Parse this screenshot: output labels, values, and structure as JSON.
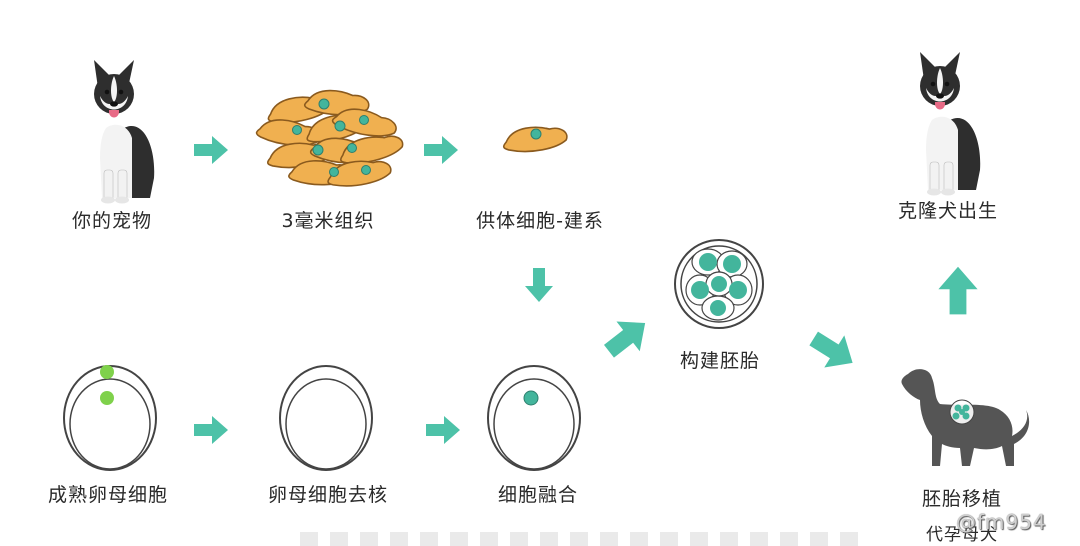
{
  "colors": {
    "arrow": "#4dc2a8",
    "cell_fill": "#f0b050",
    "cell_stroke": "#8a5a1e",
    "nucleus": "#43b59c",
    "egg_nucleus": "#7fd14b",
    "dog_body": "#3d3d3d",
    "surrogate": "#555555",
    "text": "#2a2a2a"
  },
  "steps": {
    "pet": "你的宠物",
    "tissue": "3毫米组织",
    "donor": "供体细胞-建系",
    "mature_egg": "成熟卵母细胞",
    "enucleate": "卵母细胞去核",
    "fusion": "细胞融合",
    "embryo": "构建胚胎",
    "transfer": "胚胎移植",
    "surrogate": "代孕母犬",
    "birth": "克隆犬出生"
  },
  "icons": {
    "pet": "husky-dog-icon",
    "clone": "husky-dog-icon",
    "surrogate": "surrogate-dog-icon",
    "arrow": "arrow-icon"
  },
  "watermark": "@fm954"
}
